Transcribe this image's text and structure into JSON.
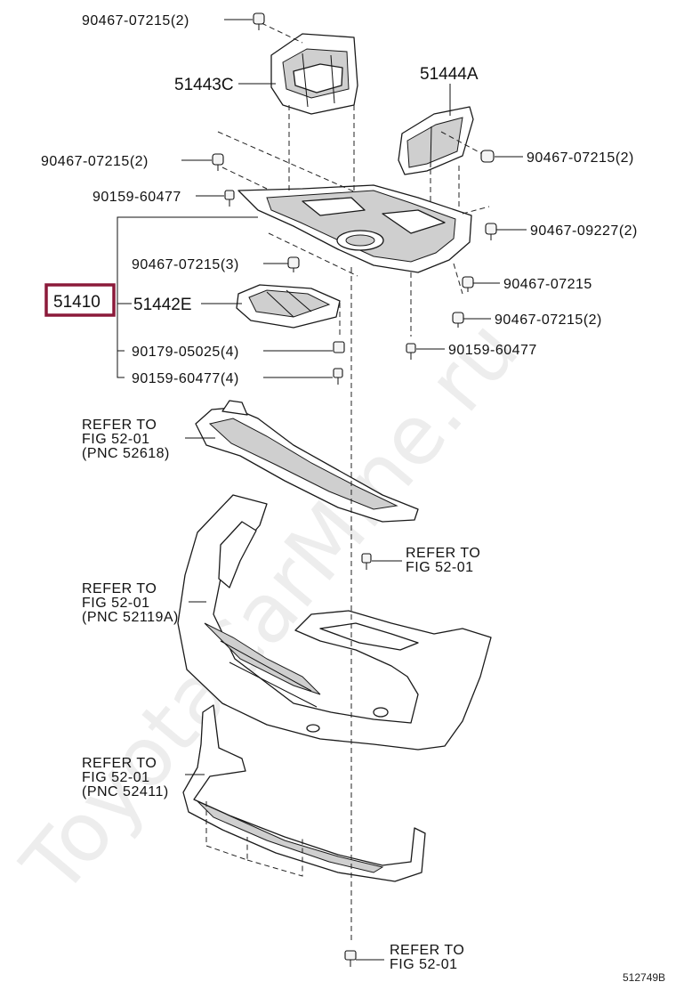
{
  "watermark": "ToyotaCarMine.ru",
  "figure_id": "512749B",
  "highlight_color": "#8b1a3a",
  "assembly": {
    "part_no": "51410"
  },
  "parts": {
    "p51443c": "51443C",
    "p51444a": "51444A",
    "p51442e": "51442E"
  },
  "fasteners": {
    "f1": "90467-07215(2)",
    "f2": "90467-07215(2)",
    "f3": "90467-07215(2)",
    "f4": "90159-60477",
    "f5": "90467-09227(2)",
    "f6": "90467-07215(3)",
    "f7": "90467-07215",
    "f8": "90467-07215(2)",
    "f9": "90179-05025(4)",
    "f10": "90159-60477",
    "f11": "90159-60477(4)"
  },
  "refs": {
    "r1": {
      "l1": "REFER  TO",
      "l2": "FIG  52-01",
      "l3": "(PNC  52618)"
    },
    "r2": {
      "l1": "REFER  TO",
      "l2": "FIG  52-01"
    },
    "r3": {
      "l1": "REFER  TO",
      "l2": "FIG  52-01",
      "l3": "(PNC  52119A)"
    },
    "r4": {
      "l1": "REFER  TO",
      "l2": "FIG  52-01",
      "l3": "(PNC  52411)"
    },
    "r5": {
      "l1": "REFER  TO",
      "l2": "FIG  52-01"
    }
  }
}
